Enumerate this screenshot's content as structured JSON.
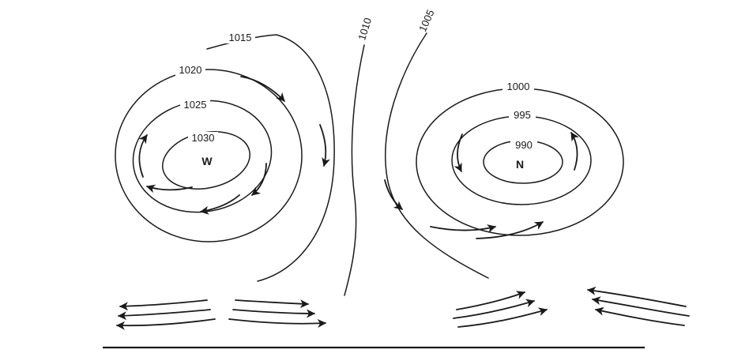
{
  "colors": {
    "ink": "#1a1a1a",
    "background": "#ffffff"
  },
  "labels": {
    "iso1015": "1015",
    "iso1020": "1020",
    "iso1025": "1025",
    "iso1030": "1030",
    "high": "W",
    "iso1010": "1010",
    "iso1005": "1005",
    "iso1000": "1000",
    "iso995": "995",
    "iso990": "990",
    "low": "N"
  },
  "systems": {
    "high_pressure": {
      "center_label": "W",
      "isobars": [
        "1030",
        "1025",
        "1020",
        "1015"
      ],
      "rotation": "clockwise-outflow"
    },
    "low_pressure": {
      "center_label": "N",
      "isobars": [
        "990",
        "995",
        "1000"
      ],
      "rotation": "counterclockwise-inflow"
    },
    "mid_isobars": [
      "1010",
      "1005"
    ]
  }
}
